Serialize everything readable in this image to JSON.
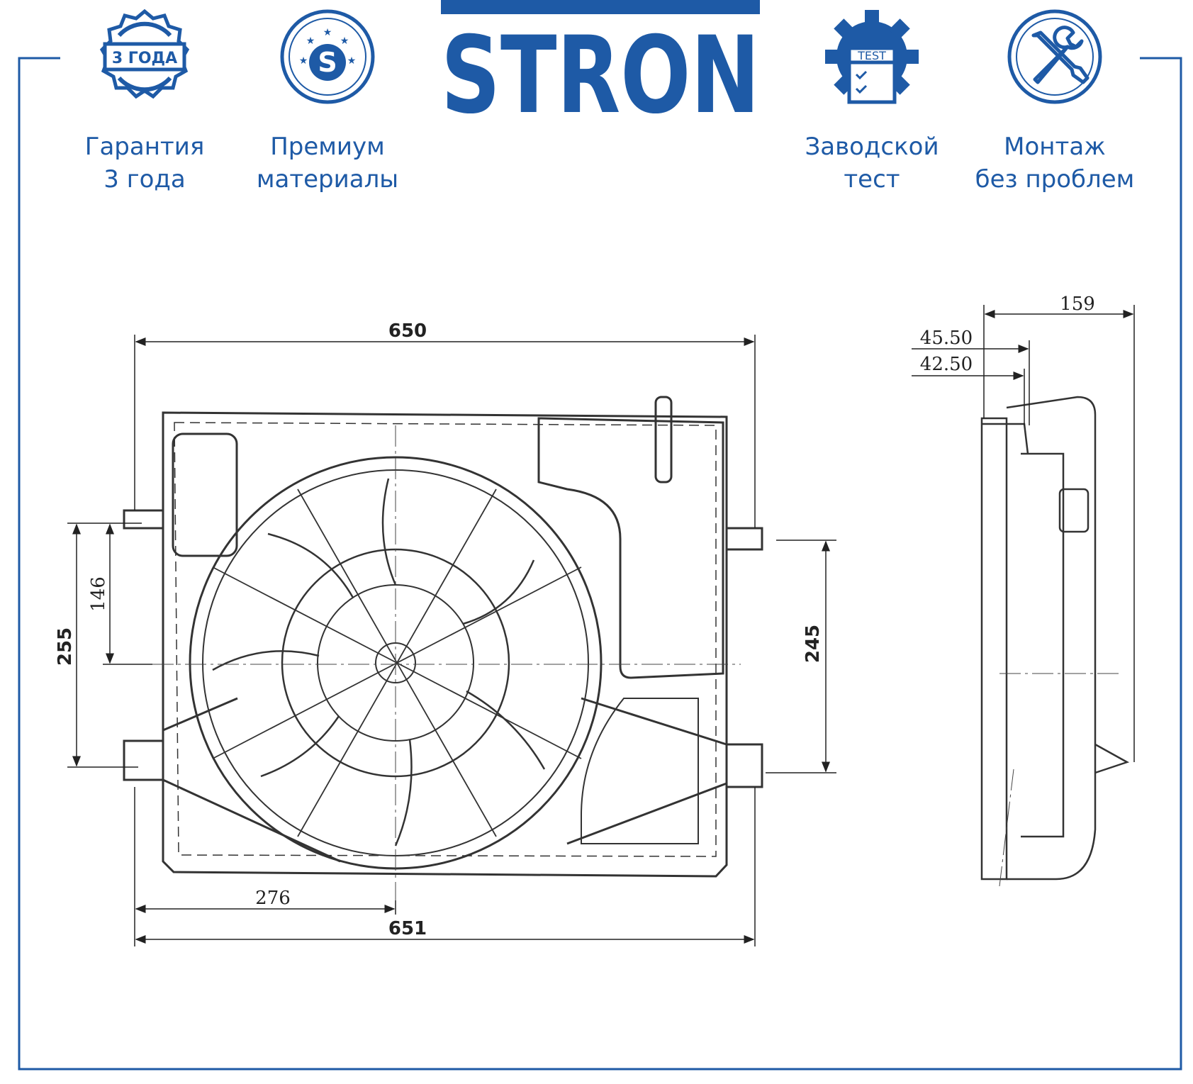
{
  "brand": {
    "name": "STRON",
    "color": "#1e5aa6"
  },
  "badges": [
    {
      "icon": "warranty-seal-icon",
      "icon_text": "3 ГОДА",
      "line1": "Гарантия",
      "line2": "3 года"
    },
    {
      "icon": "premium-s-icon",
      "icon_text": "S",
      "line1": "Премиум",
      "line2": "материалы"
    },
    {
      "icon": "factory-test-gear-icon",
      "icon_text": "TEST",
      "line1": "Заводской",
      "line2": "тест"
    },
    {
      "icon": "wrench-screwdriver-icon",
      "line1": "Монтаж",
      "line2": "без проблем"
    }
  ],
  "dimensions": {
    "top_width": "650",
    "bottom_width": "651",
    "left_offset": "276",
    "left_height": "255",
    "left_inner_height": "146",
    "right_height": "245",
    "side_depth": "159",
    "side_offset_1": "45.50",
    "side_offset_2": "42.50"
  }
}
